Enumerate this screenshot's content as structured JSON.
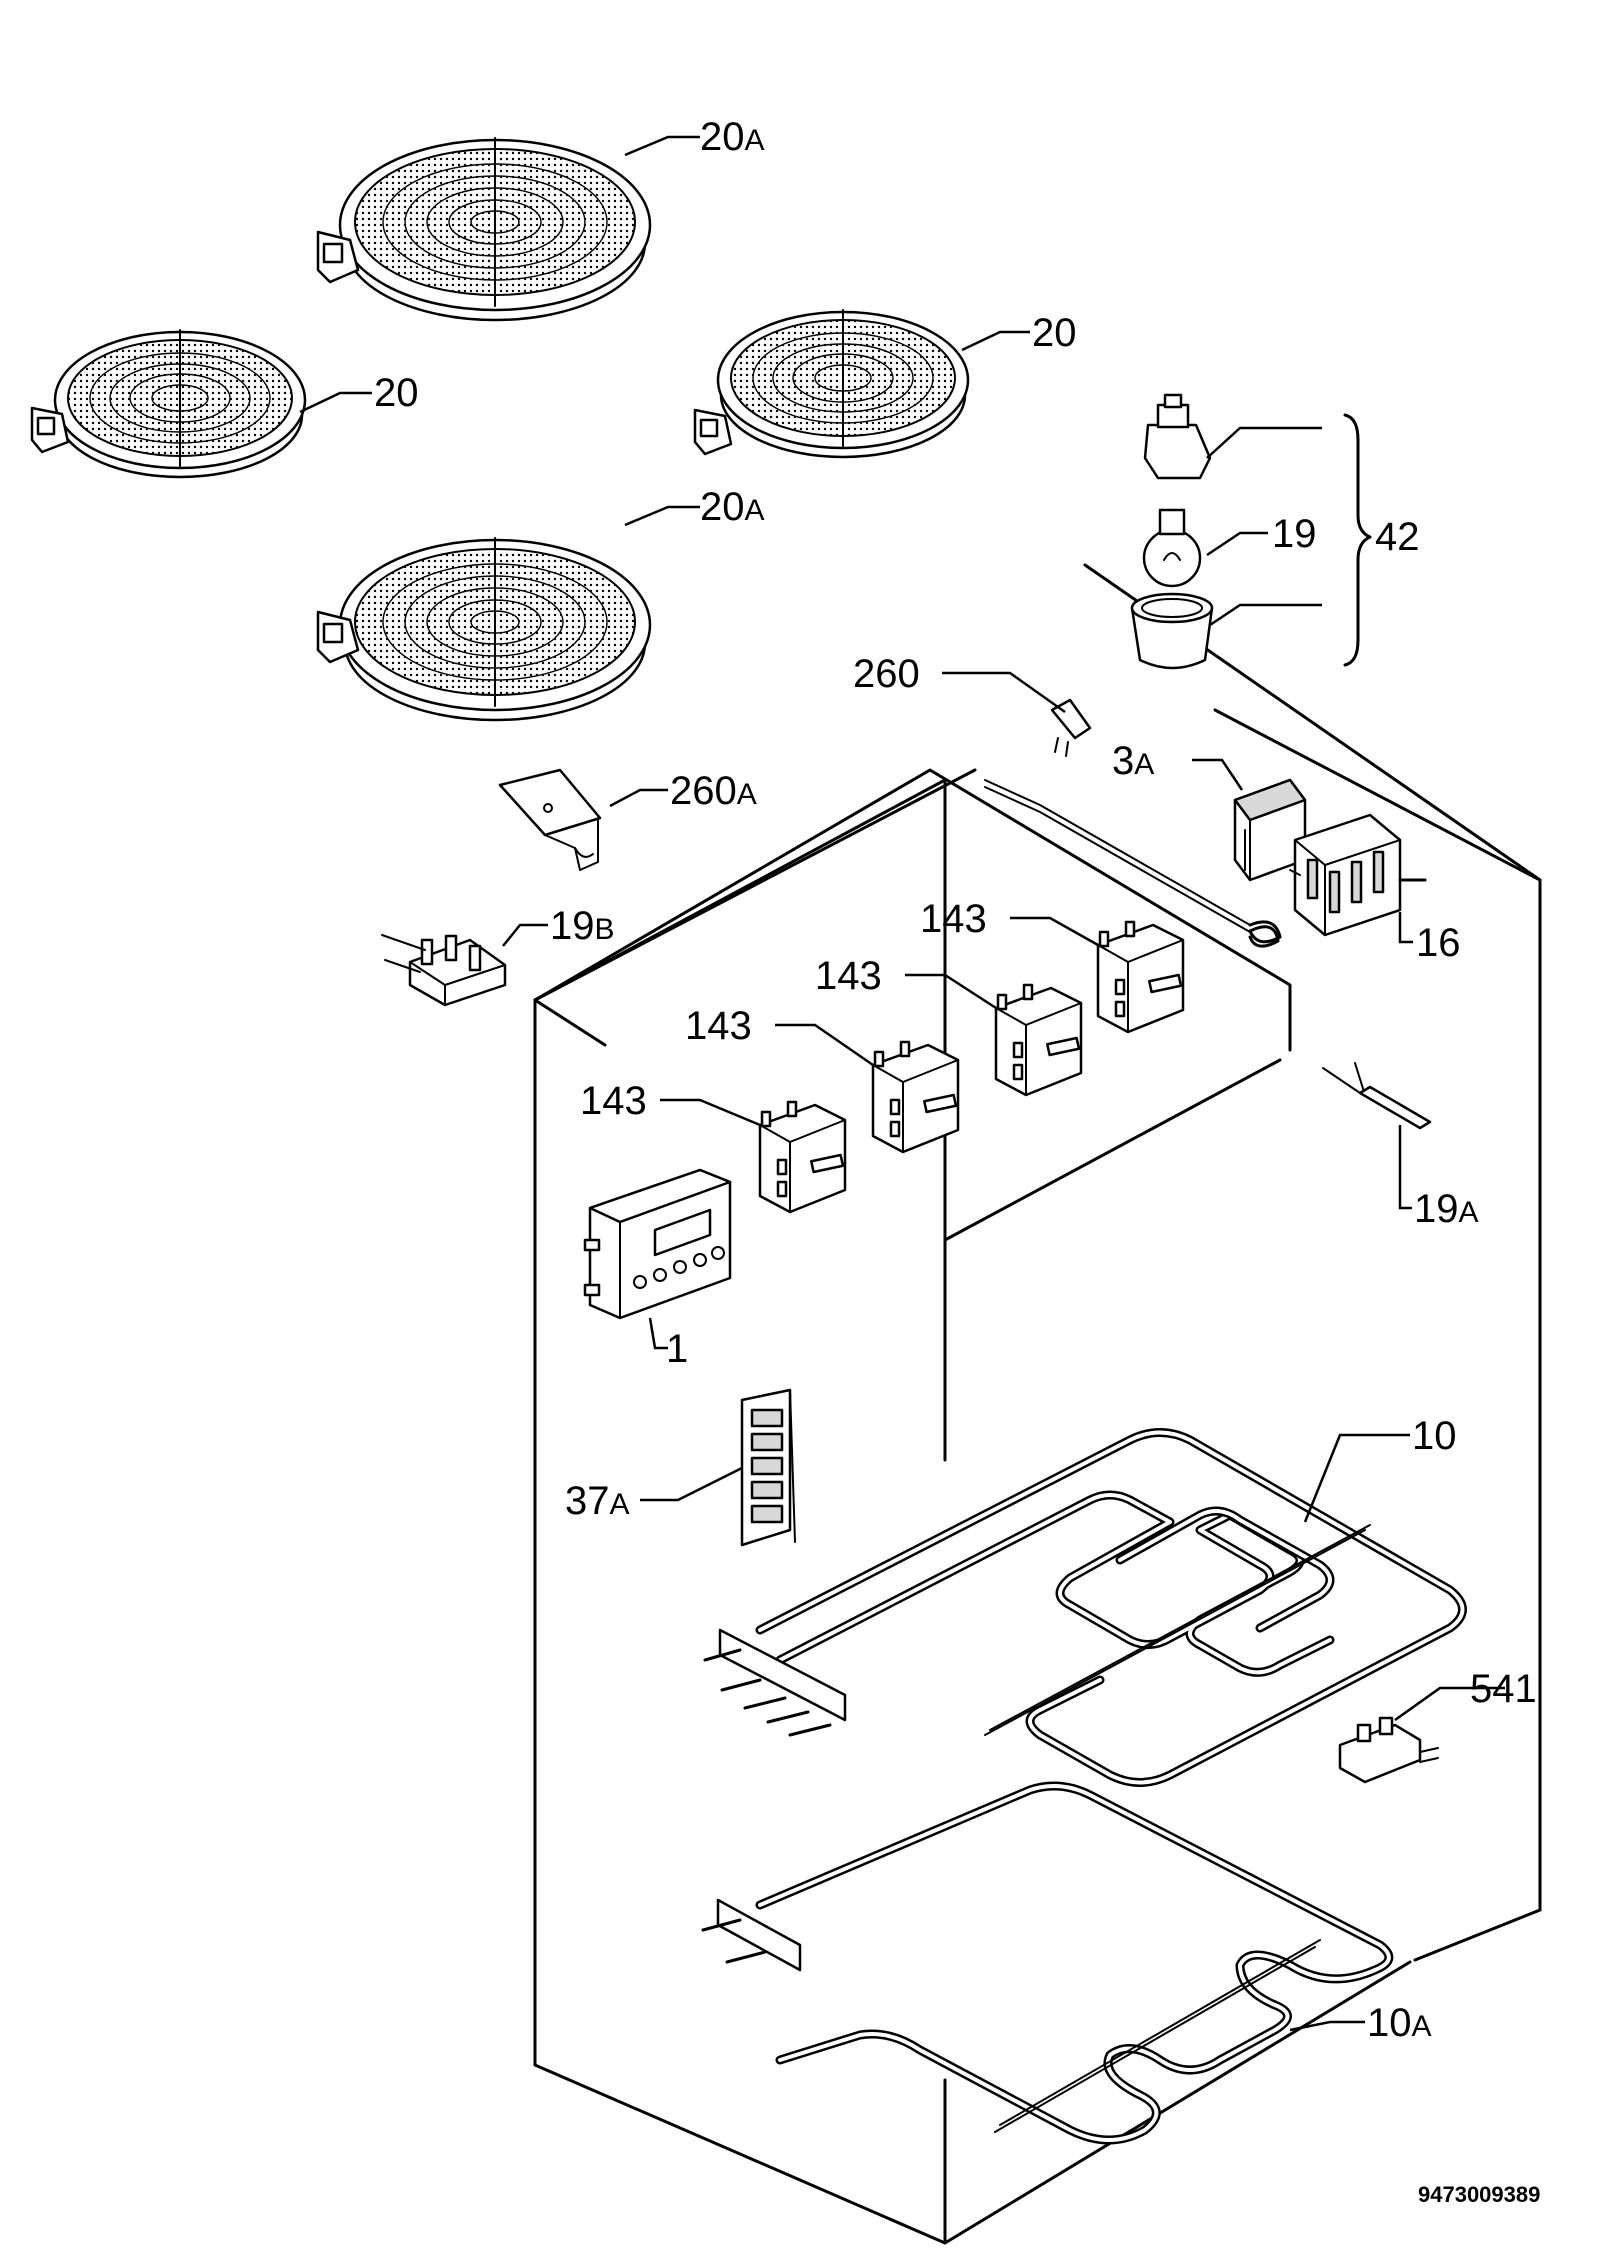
{
  "diagram": {
    "part_labels": {
      "hotplate_large_top": {
        "num": "20",
        "suffix": "A"
      },
      "hotplate_small_left": {
        "num": "20",
        "suffix": ""
      },
      "hotplate_small_right": {
        "num": "20",
        "suffix": ""
      },
      "hotplate_large_bottom": {
        "num": "20",
        "suffix": "A"
      },
      "lamp_bulb": {
        "num": "19",
        "suffix": ""
      },
      "lamp_assembly": {
        "num": "42",
        "suffix": ""
      },
      "clip": {
        "num": "260",
        "suffix": ""
      },
      "bracket": {
        "num": "260",
        "suffix": "A"
      },
      "thermostat_3a": {
        "num": "3",
        "suffix": "A"
      },
      "terminal_19b": {
        "num": "19",
        "suffix": "B"
      },
      "selector_switch": {
        "num": "16",
        "suffix": ""
      },
      "energy_regulator_1": {
        "num": "143",
        "suffix": ""
      },
      "energy_regulator_2": {
        "num": "143",
        "suffix": ""
      },
      "energy_regulator_3": {
        "num": "143",
        "suffix": ""
      },
      "energy_regulator_4": {
        "num": "143",
        "suffix": ""
      },
      "sensor_19a": {
        "num": "19",
        "suffix": "A"
      },
      "timer": {
        "num": "1",
        "suffix": ""
      },
      "terminal_block": {
        "num": "37",
        "suffix": "A"
      },
      "top_heating_element": {
        "num": "10",
        "suffix": ""
      },
      "thermal_cutout": {
        "num": "541",
        "suffix": ""
      },
      "bottom_heating_element": {
        "num": "10",
        "suffix": "A"
      }
    },
    "drawing_number": "9473009389"
  }
}
